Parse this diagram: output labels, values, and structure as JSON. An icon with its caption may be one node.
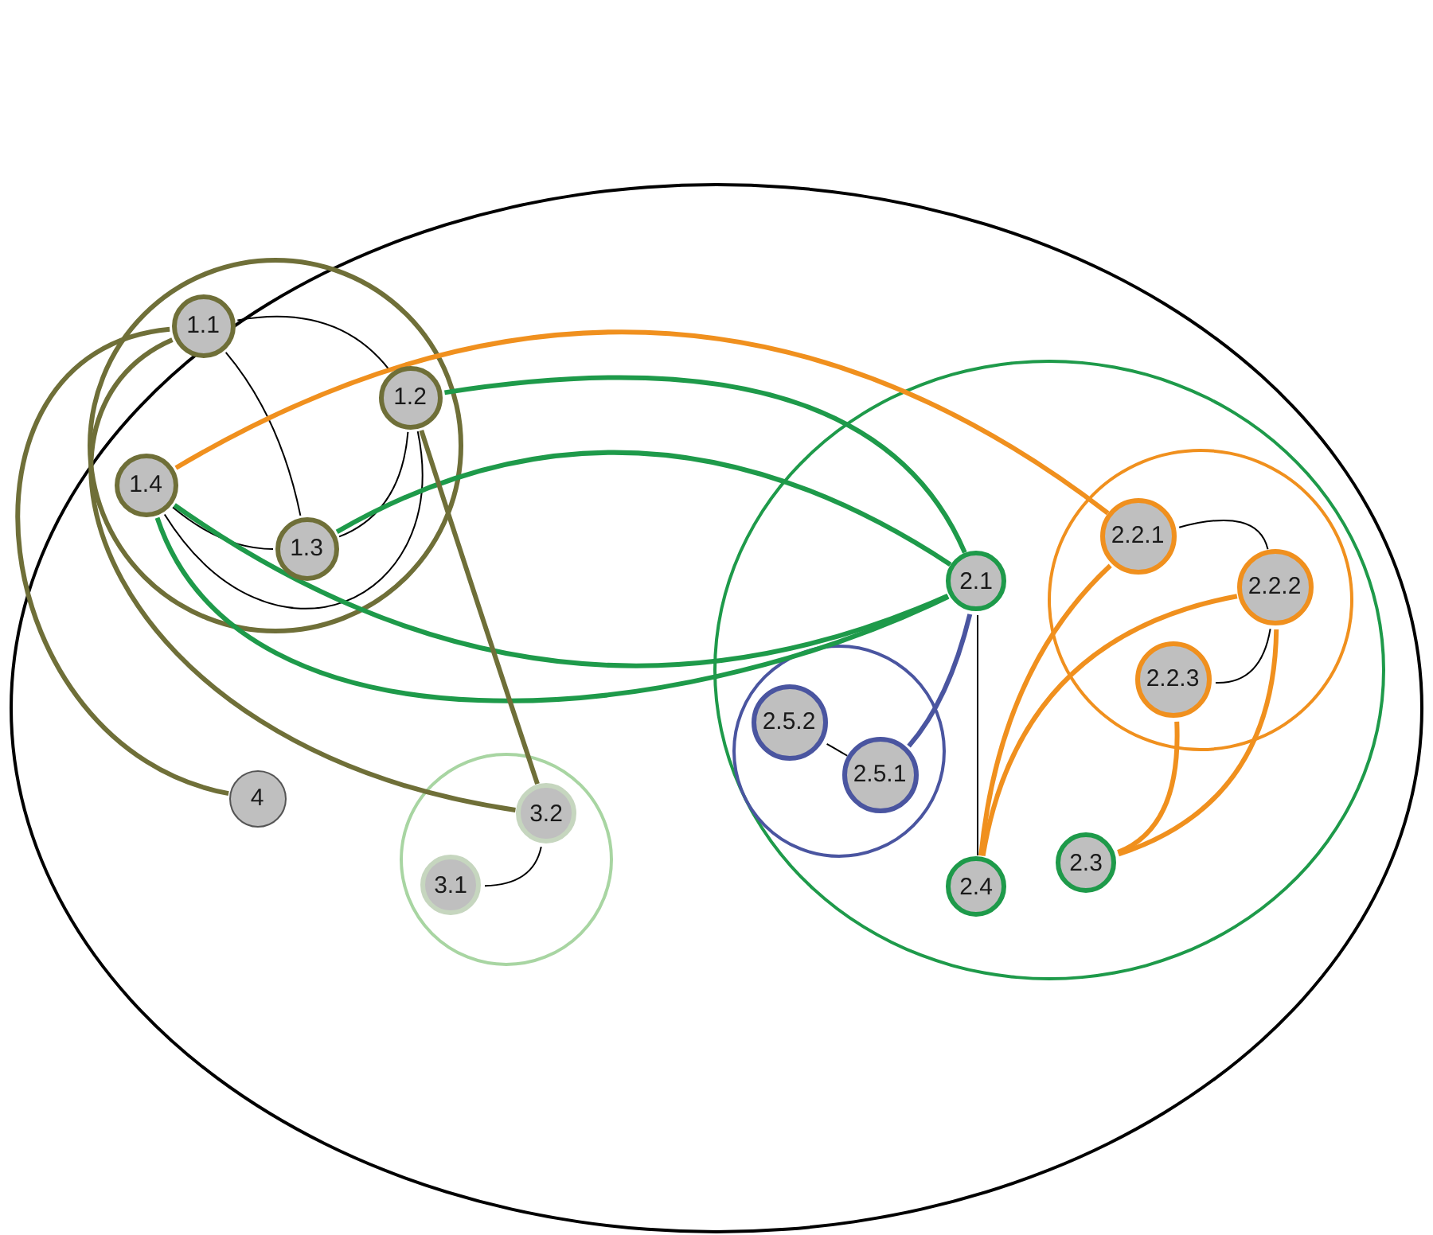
{
  "diagram": {
    "nodes": [
      {
        "text": [],
        "shape": "circle"
      },
      {
        "text": [],
        "shape": "circle",
        "in": 0
      },
      {
        "text": [
          "1.1"
        ],
        "in": 1
      },
      {
        "text": [
          "1.2"
        ],
        "in": 1
      },
      {
        "text": [
          "1.4"
        ],
        "in": 1
      },
      {
        "text": [
          "1.3"
        ],
        "in": 1
      },
      {
        "text": [],
        "shape": "circle",
        "in": 0
      },
      {
        "text": [],
        "shape": "circle",
        "in": 6
      },
      {
        "text": [
          "2.2.1"
        ],
        "in": 7
      },
      {
        "text": [
          "2.1"
        ],
        "in": 6
      },
      {
        "text": [
          "2.2.2"
        ],
        "in": 7
      },
      {
        "text": [
          "2.2.3"
        ],
        "in": 7
      },
      {
        "text": [],
        "shape": "circle",
        "in": 6
      },
      {
        "text": [
          "2.5.2"
        ],
        "in": 12
      },
      {
        "text": [
          "2.5.1"
        ],
        "in": 12
      },
      {
        "text": [],
        "shape": "circle",
        "in": 0
      },
      {
        "text": [
          "4"
        ],
        "in": 0
      },
      {
        "text": [
          "3.2"
        ],
        "in": 15
      },
      {
        "text": [
          "3.1"
        ],
        "in": 15
      },
      {
        "text": [
          "2.4"
        ],
        "in": 6
      },
      {
        "text": [
          "2.3"
        ],
        "in": 6
      }
    ],
    "edges": [
      {
        "from": 2,
        "to": 3,
        "arrow": "none"
      },
      {
        "from": 2,
        "to": 5,
        "arrow": "none"
      },
      {
        "from": 3,
        "to": 5,
        "arrow": "none"
      },
      {
        "from": 3,
        "to": 4,
        "arrow": "none"
      },
      {
        "from": 4,
        "to": 5,
        "arrow": "none"
      },
      {
        "from": 4,
        "to": 8,
        "arrow": "none",
        "color": "#f0901e"
      },
      {
        "from": 3,
        "to": 9,
        "arrow": "none",
        "color": "#1e9a4a"
      },
      {
        "from": 5,
        "to": 9,
        "arrow": "none",
        "color": "#1e9a4a"
      },
      {
        "from": 4,
        "to": 9,
        "arrow": "none",
        "color": "#1e9a4a"
      },
      {
        "from": 4,
        "to": 9,
        "arrow": "none",
        "color": "#1e9a4a"
      },
      {
        "from": 2,
        "to": 16,
        "arrow": "none",
        "color": "#6f6f38"
      },
      {
        "from": 2,
        "to": 17,
        "arrow": "none",
        "color": "#6f6f38"
      },
      {
        "from": 3,
        "to": 17,
        "arrow": "none",
        "color": "#6f6f38"
      },
      {
        "from": 18,
        "to": 17,
        "arrow": "none"
      },
      {
        "from": 8,
        "to": 10,
        "arrow": "none"
      },
      {
        "from": 10,
        "to": 11,
        "arrow": "none"
      },
      {
        "from": 9,
        "to": 14,
        "arrow": "none",
        "color": "#4a55a0"
      },
      {
        "from": 13,
        "to": 14,
        "arrow": "none"
      },
      {
        "from": 9,
        "to": 19,
        "arrow": "none"
      },
      {
        "from": 8,
        "to": 19,
        "arrow": "none",
        "color": "#f0901e"
      },
      {
        "from": 10,
        "to": 19,
        "arrow": "none",
        "color": "#f0901e"
      },
      {
        "from": 11,
        "to": 20,
        "arrow": "none",
        "color": "#f0901e"
      },
      {
        "from": 10,
        "to": 20,
        "arrow": "none",
        "color": "#f0901e"
      }
    ]
  }
}
